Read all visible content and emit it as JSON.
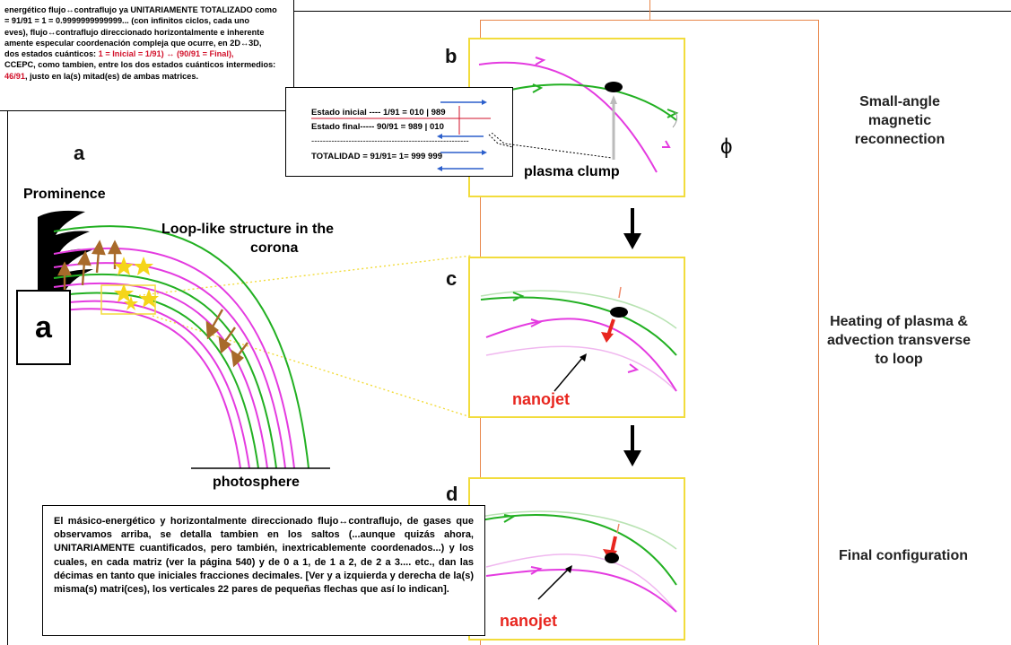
{
  "top_note": {
    "line1": "energético flujo↔contraflujo ya UNITARIAMENTE TOTALIZADO como",
    "line2": "= 91/91 = 1 = 0.9999999999999... (con infinitos ciclos, cada uno",
    "line3": "eves), flujo↔contraflujo direccionado horizontalmente e inherente",
    "line4": "amente especular coordenación  compleja que ocurre, en 2D↔3D,",
    "line5_a": "dos estados cuánticos: ",
    "line5_red": "1 = Inicial = 1/91) ↔ (90/91 = Final),",
    "line6": "CCEPC, como tambien, entre los dos estados cuánticos intermedios:",
    "line7_red": " 46/91",
    "line7_b": ", justo en la(s) mitad(es) de ambas matrices."
  },
  "state_box": {
    "initial": "Estado inicial ---- 1/91 = 010 | 989",
    "final": "Estado final----- 90/91 = 989 | 010",
    "dashes": "-------------------------------------------------------",
    "total": "TOTALIDAD = 91/91= 1= 999  999"
  },
  "panel_a": {
    "letter": "a",
    "prominence": "Prominence",
    "loop_label_1": "Loop-like structure in the",
    "loop_label_2": "corona",
    "photosphere": "photosphere",
    "boxed_letter": "a"
  },
  "panel_b": {
    "letter": "b",
    "plasma_clump": "plasma clump",
    "phi": "ϕ",
    "caption_1": "Small-angle",
    "caption_2": "magnetic",
    "caption_3": "reconnection"
  },
  "panel_c": {
    "letter": "c",
    "nanojet": "nanojet",
    "caption_1": "Heating of plasma &",
    "caption_2": "advection transverse",
    "caption_3": "to loop"
  },
  "panel_d": {
    "letter": "d",
    "nanojet": "nanojet",
    "caption_1": "Final configuration"
  },
  "bottom_note": {
    "text": "El másico-energético y horizontalmente direccionado flujo↔contraflujo, de gases que observamos arriba, se detalla tambien en los saltos (...aunque quizás ahora, UNITARIAMENTE cuantificados, pero también, inextricablemente coordenados...) y los cuales, en cada matriz (ver la página 540) y de 0 a 1, de 1 a 2, de 2 a 3.... etc., dan las décimas en tanto que iniciales fracciones decimales. [Ver y a izquierda y derecha de la(s) misma(s) matri(ces), los verticales 22 pares de pequeñas flechas que así lo indican]."
  },
  "colors": {
    "green_line": "#22b022",
    "magenta_line": "#e43be0",
    "panel_border": "#f2dc3c",
    "orange_rule": "#e8864a",
    "red_text": "#d2102a",
    "nanojet_red": "#e8261f",
    "arrow_blue": "#2c5fcc"
  }
}
